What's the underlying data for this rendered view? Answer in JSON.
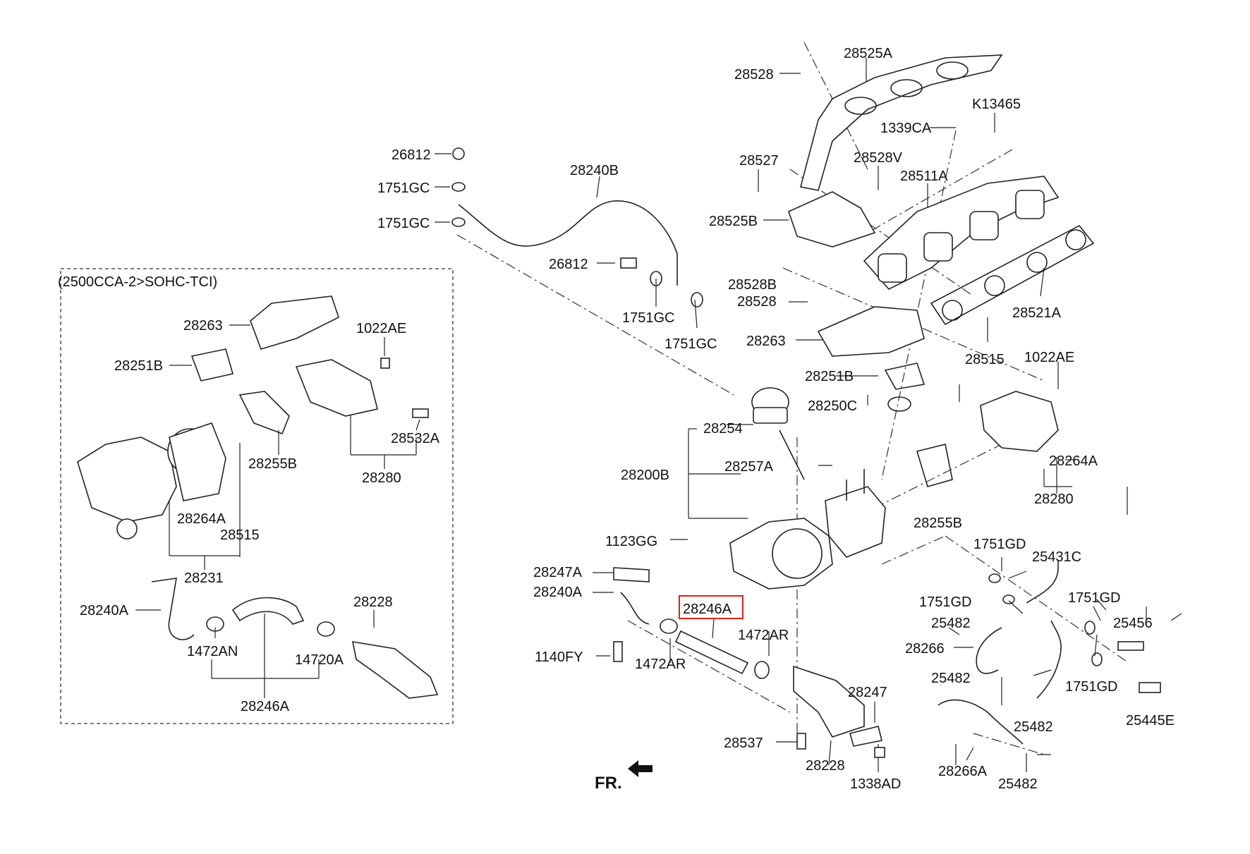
{
  "diagram": {
    "variant_note": "(2500CCA-2>SOHC-TCI)",
    "direction_label": "FR.",
    "highlight_colour": "#e02020",
    "highlighted_part": "28246A",
    "labels": {
      "l_28525A": "28525A",
      "l_28528_top": "28528",
      "l_K13465": "K13465",
      "l_1339CA": "1339CA",
      "l_26812_top": "26812",
      "l_28240B": "28240B",
      "l_1751GC_a": "1751GC",
      "l_1751GC_b": "1751GC",
      "l_28527": "28527",
      "l_28528V": "28528V",
      "l_28511A": "28511A",
      "l_28525B": "28525B",
      "l_26812_mid": "26812",
      "l_1751GC_c": "1751GC",
      "l_1751GC_d": "1751GC",
      "l_28528B": "28528B",
      "l_28528_mid": "28528",
      "l_28521A": "28521A",
      "l_28263_r": "28263",
      "l_28515_r": "28515",
      "l_1022AE_r": "1022AE",
      "l_28251B_r": "28251B",
      "l_28250C": "28250C",
      "l_28254": "28254",
      "l_28257A": "28257A",
      "l_28200B": "28200B",
      "l_28264A_r": "28264A",
      "l_28280_r": "28280",
      "l_28255B_r": "28255B",
      "l_1123GG": "1123GG",
      "l_1751GD_a": "1751GD",
      "l_25431C": "25431C",
      "l_28247A": "28247A",
      "l_28240A_r": "28240A",
      "l_28246A_r": "28246A",
      "l_1751GD_b": "1751GD",
      "l_1751GD_c": "1751GD",
      "l_25482_a": "25482",
      "l_25456": "25456",
      "l_1472AR_a": "1472AR",
      "l_28266": "28266",
      "l_1140FY": "1140FY",
      "l_1472AR_b": "1472AR",
      "l_25482_b": "25482",
      "l_1751GD_d": "1751GD",
      "l_28247": "28247",
      "l_25445E": "25445E",
      "l_25482_c": "25482",
      "l_28537": "28537",
      "l_28228_r": "28228",
      "l_28266A": "28266A",
      "l_25482_d": "25482",
      "l_1338AD": "1338AD",
      "l_28263_l": "28263",
      "l_1022AE_l": "1022AE",
      "l_28251B_l": "28251B",
      "l_28532A": "28532A",
      "l_28255B_l": "28255B",
      "l_28280_l": "28280",
      "l_28264A_l": "28264A",
      "l_28515_l": "28515",
      "l_28231": "28231",
      "l_28240A_l": "28240A",
      "l_28228_l": "28228",
      "l_1472AN": "1472AN",
      "l_14720A": "14720A",
      "l_28246A_l": "28246A"
    }
  }
}
